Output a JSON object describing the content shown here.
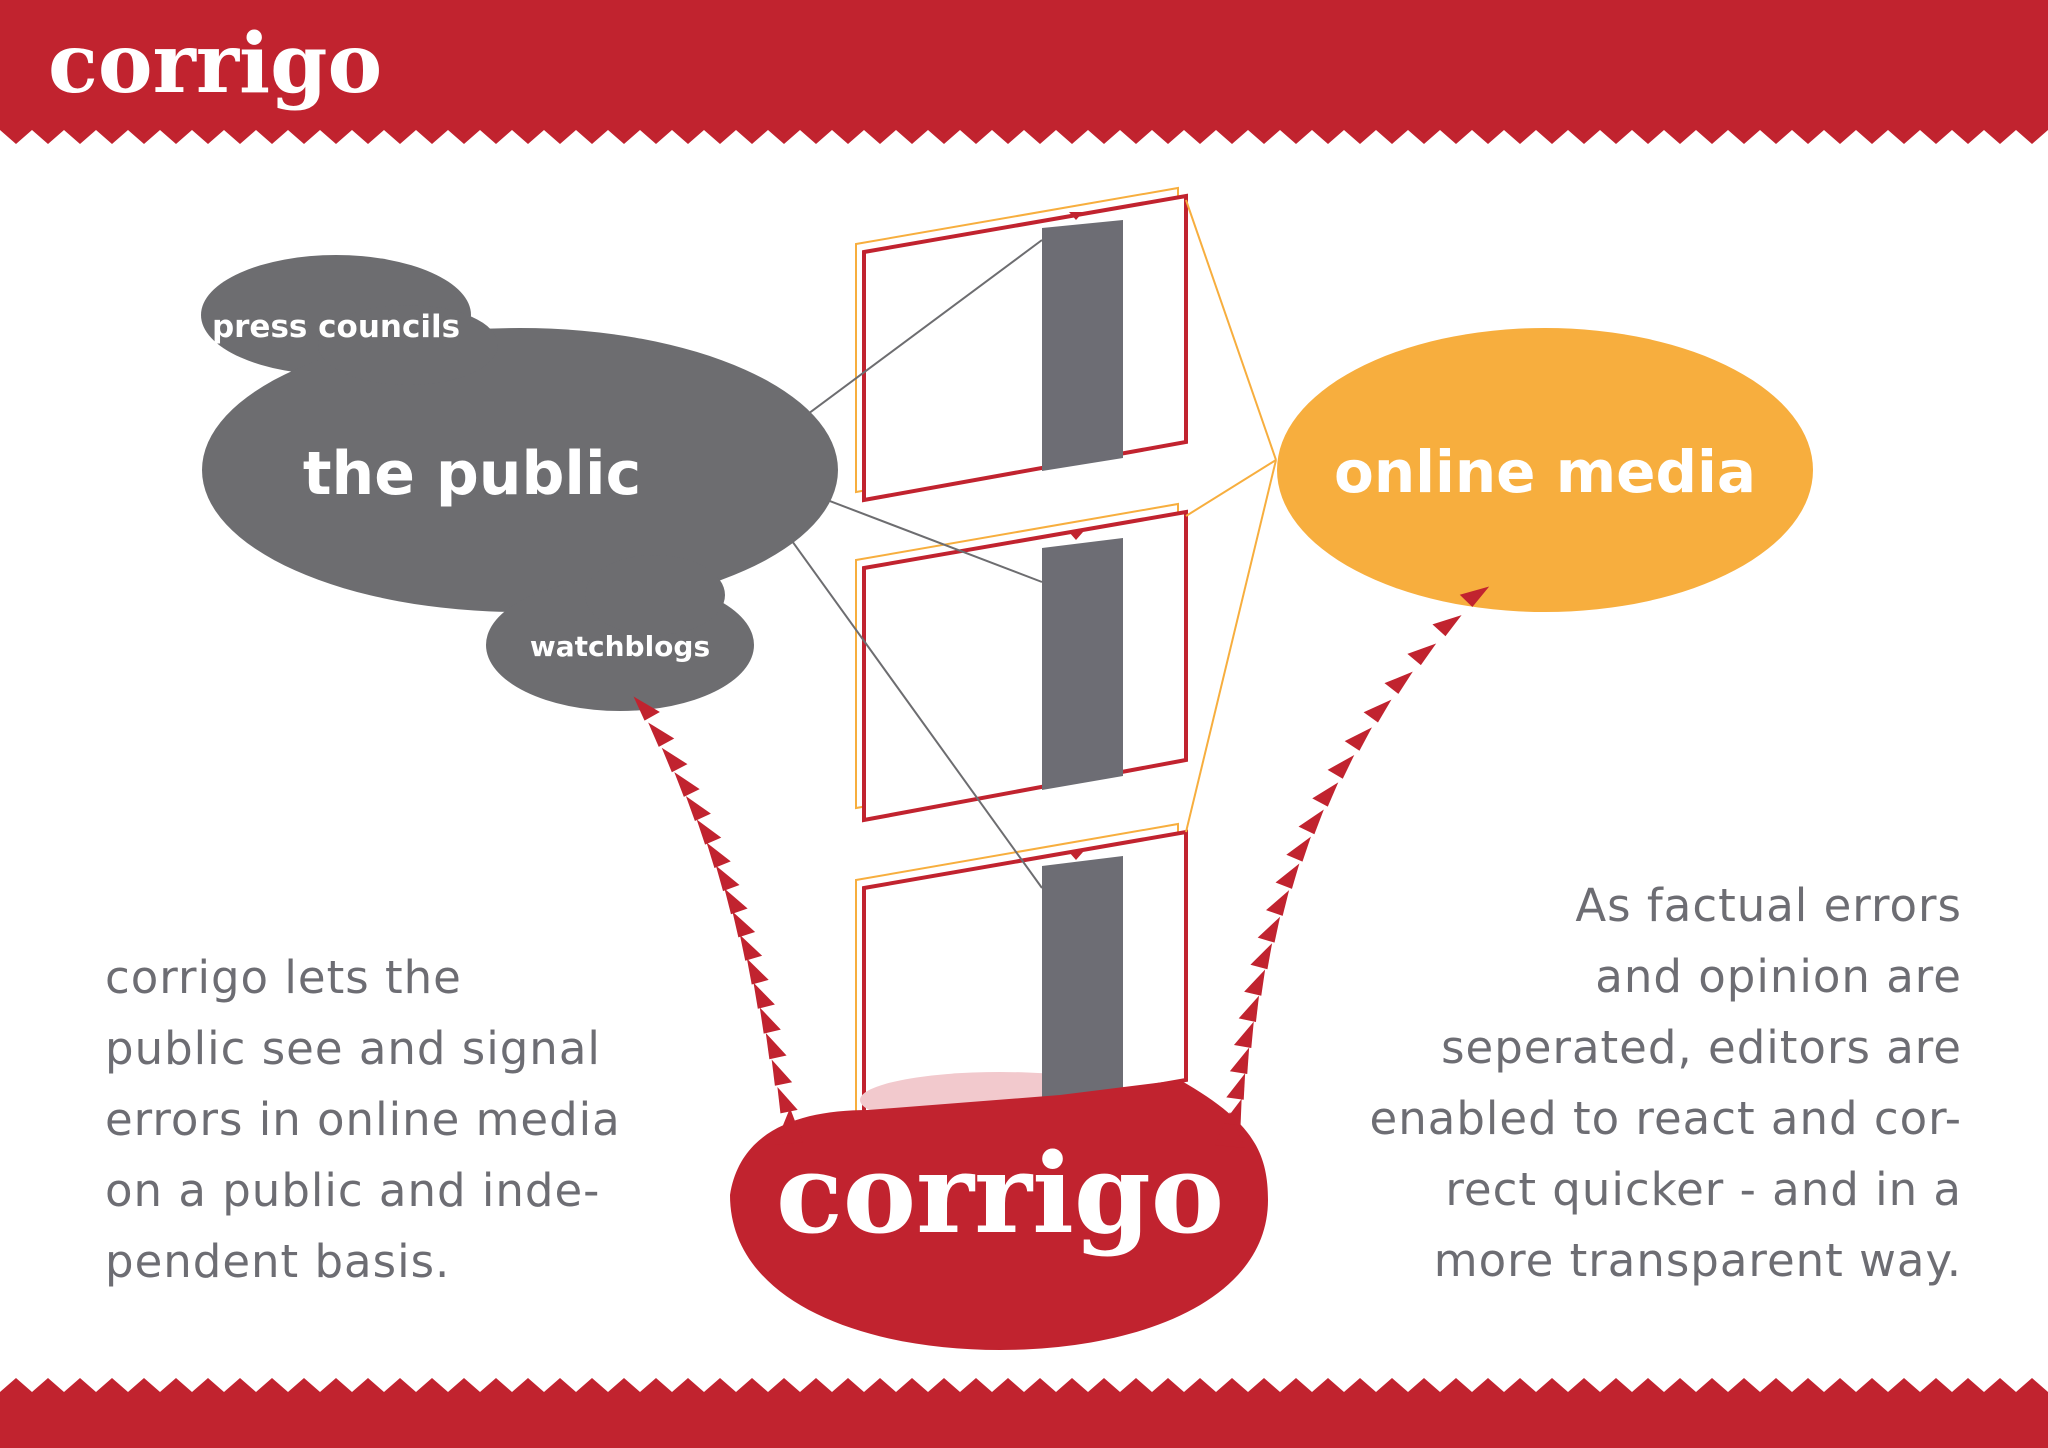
{
  "header": {
    "logo_text": "corrigo"
  },
  "nodes": {
    "public": {
      "label": "the public",
      "color": "#6d6d70"
    },
    "press_councils": {
      "label": "press councils",
      "color": "#6d6d70"
    },
    "watchblogs": {
      "label": "watchblogs",
      "color": "#6d6d70"
    },
    "online_media": {
      "label": "online media",
      "color": "#f7ae3e"
    },
    "corrigo": {
      "label": "corrigo",
      "color": "#c1232f"
    }
  },
  "left_text": {
    "lines": [
      "corrigo lets the",
      "public see and signal",
      "errors in online media",
      "on a public and inde-",
      "pendent basis."
    ]
  },
  "right_text": {
    "lines": [
      "As factual errors",
      "and opinion are",
      "seperated, editors are",
      "enabled to react and cor-",
      "rect quicker - and in a",
      "more transparent way."
    ]
  },
  "colors": {
    "brand_red": "#c1232f",
    "gray": "#6d6d70",
    "orange": "#f7ae3e",
    "text_gray": "#6d6d73"
  }
}
